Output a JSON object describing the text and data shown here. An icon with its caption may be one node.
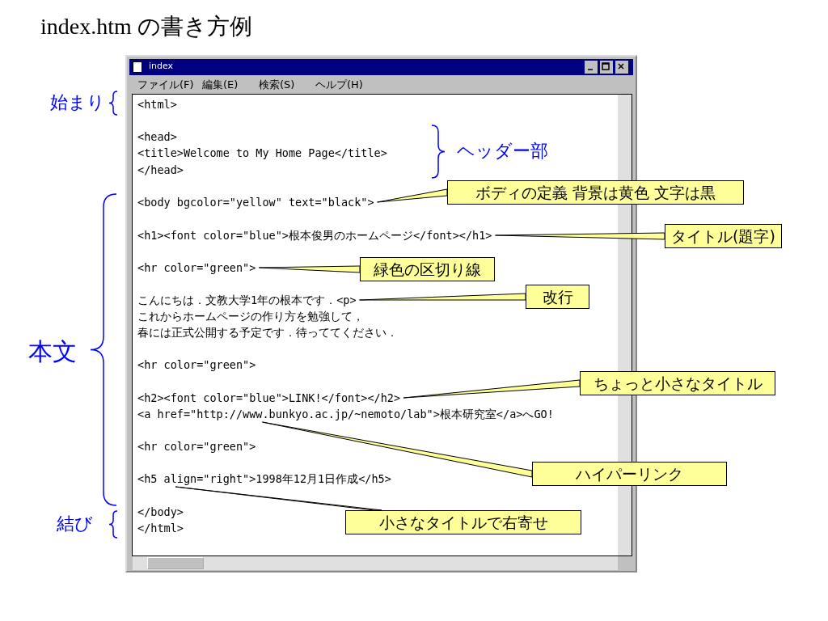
{
  "diagram": {
    "title": "index.htm の書き方例",
    "nodes": [
      {
        "text": [
          "index"
        ]
      },
      {
        "text": [
          "<body bgcolor=\"yellow\" text=\"black\">"
        ],
        "in": 0
      },
      {
        "text": [
          "<h1><font color=\"blue\">根本俊男のホームページ</font></h1>"
        ],
        "in": 0
      },
      {
        "text": [
          "<hr color=\"green\">"
        ],
        "in": 0
      },
      {
        "text": [
          "こんにちは．文教大学1年の根本です．<p>"
        ],
        "in": 0
      },
      {
        "text": [
          "<h2><font color=\"blue\">LINK!</font></h2>"
        ],
        "in": 0
      },
      {
        "text": [
          "<a href=\"http://www.bunkyo.ac.jp/~nemoto/lab\">根本研究室</a>へGO!"
        ],
        "in": 0
      },
      {
        "text": [
          "<h5 align=\"right\">1998年12月1日作成</h5>"
        ],
        "in": 0
      },
      {
        "text": [
          "ボディの定義 背景は黄色 文字は黒"
        ]
      },
      {
        "text": [
          "タイトル(題字)"
        ]
      },
      {
        "text": [
          "緑色の区切り線"
        ],
        "in": 0
      },
      {
        "text": [
          "改行"
        ],
        "in": 0
      },
      {
        "text": [
          "ちょっと小さなタイトル"
        ]
      },
      {
        "text": [
          "ハイパーリンク"
        ]
      },
      {
        "text": [
          "小さなタイトルで右寄せ"
        ],
        "in": 0
      }
    ],
    "edges": [
      {
        "from": 8,
        "to": 1,
        "arrow": "none"
      },
      {
        "from": 9,
        "to": 2,
        "arrow": "none"
      },
      {
        "from": 10,
        "to": 3,
        "arrow": "none"
      },
      {
        "from": 11,
        "to": 4,
        "arrow": "none"
      },
      {
        "from": 12,
        "to": 5,
        "arrow": "none"
      },
      {
        "from": 13,
        "to": 6,
        "arrow": "none"
      },
      {
        "from": 14,
        "to": 7,
        "arrow": "none"
      }
    ],
    "labels": [
      "ファイル(F)",
      "編集(E)",
      "検索(S)",
      "ヘルプ(H)",
      "始まり",
      "<html>",
      "<head>",
      "<title>Welcome to My Home Page</title>",
      "</head>",
      "ヘッダー部",
      "本文",
      "これからホームページの作り方を勉強して，",
      "春には正式公開する予定です．待っててください．",
      "<hr color=\"green\">",
      "<hr color=\"green\">",
      "結び",
      "</body>",
      "</html>"
    ]
  }
}
